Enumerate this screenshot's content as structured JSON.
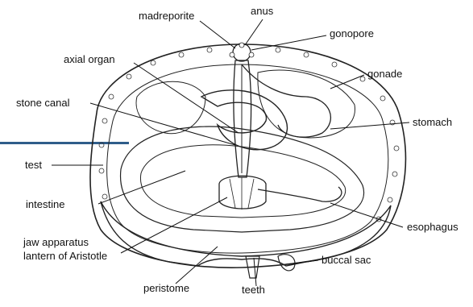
{
  "labels": {
    "madreporite": "madreporite",
    "anus": "anus",
    "gonopore": "gonopore",
    "axial_organ": "axial organ",
    "gonade": "gonade",
    "stone_canal": "stone canal",
    "stomach": "stomach",
    "test": "test",
    "intestine": "intestine",
    "esophagus": "esophagus",
    "jaw_apparatus_line1": "jaw apparatus",
    "jaw_apparatus_line2": "lantern of Aristotle",
    "buccal_sac": "buccal sac",
    "peristome": "peristome",
    "teeth": "teeth"
  },
  "colors": {
    "accent_bar": "#2f5d8a",
    "ink": "#222222",
    "label": "#111111"
  }
}
